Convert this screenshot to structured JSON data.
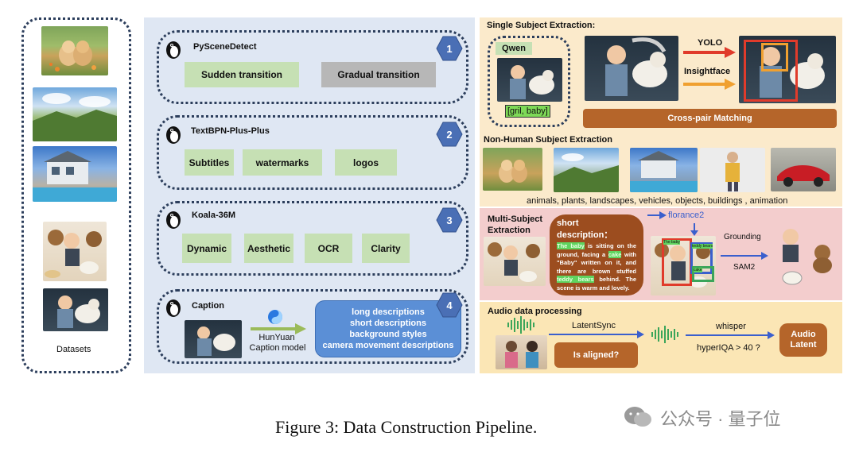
{
  "datasets": {
    "label": "Datasets"
  },
  "pipeline": {
    "tools": [
      {
        "num": "1",
        "name": "PySceneDetect",
        "items": [
          "Sudden transition",
          "Gradual transition"
        ]
      },
      {
        "num": "2",
        "name": "TextBPN-Plus-Plus",
        "items": [
          "Subtitles",
          "watermarks",
          "logos"
        ]
      },
      {
        "num": "3",
        "name": "Koala-36M",
        "items": [
          "Dynamic",
          "Aesthetic",
          "OCR",
          "Clarity"
        ]
      },
      {
        "num": "4",
        "name": "Caption",
        "model_name": "HunYuan",
        "model_sub": "Caption model",
        "caption_lines": [
          "long descriptions",
          "short descriptions",
          "background styles",
          "camera movement descriptions"
        ]
      }
    ]
  },
  "single": {
    "title": "Single Subject Extraction:",
    "qwen": "Qwen",
    "tag": "[gril, baby]",
    "yolo": "YOLO",
    "insightface": "Insightface",
    "matching": "Cross-pair Matching"
  },
  "nonhuman": {
    "title": "Non-Human Subject Extraction",
    "caption": "animals, plants, landscapes, vehicles, objects, buildings , animation"
  },
  "multi": {
    "title_line1": "Multi-Subject",
    "title_line2": "Extraction",
    "desc_title": "short description：",
    "desc_parts": [
      {
        "text": "The baby",
        "hl": true
      },
      {
        "text": " is sitting on the ground, facing a ",
        "hl": false
      },
      {
        "text": "cake",
        "hl": true
      },
      {
        "text": " with \"Baby\" written on it, and there are brown stuffed ",
        "hl": false
      },
      {
        "text": "teddy bears",
        "hl": true
      },
      {
        "text": " behind. The scene is warm and lovely.",
        "hl": false
      }
    ],
    "florence": "florance2",
    "grounding": "Grounding",
    "sam": "SAM2",
    "box_labels": [
      "The baby",
      "teddy bears",
      "cake"
    ]
  },
  "audio": {
    "title": "Audio data processing",
    "latentsync": "LatentSync",
    "aligned": "Is aligned?",
    "whisper": "whisper",
    "hyperiqa": "hyperIQA > 40 ?",
    "latent_line1": "Audio",
    "latent_line2": "Latent"
  },
  "figure_caption": "Figure 3: Data Construction Pipeline.",
  "watermark": "公众号 · 量子位",
  "colors": {
    "left_panel": "#dfe7f3",
    "right_top": "#fbeacb",
    "multi": "#f3cdcd",
    "audio": "#fbe6b5",
    "hex": "#4a6fb5",
    "green": "#c6e0b4",
    "brown": "#b5652a",
    "caption_box": "#5b8fd6"
  }
}
